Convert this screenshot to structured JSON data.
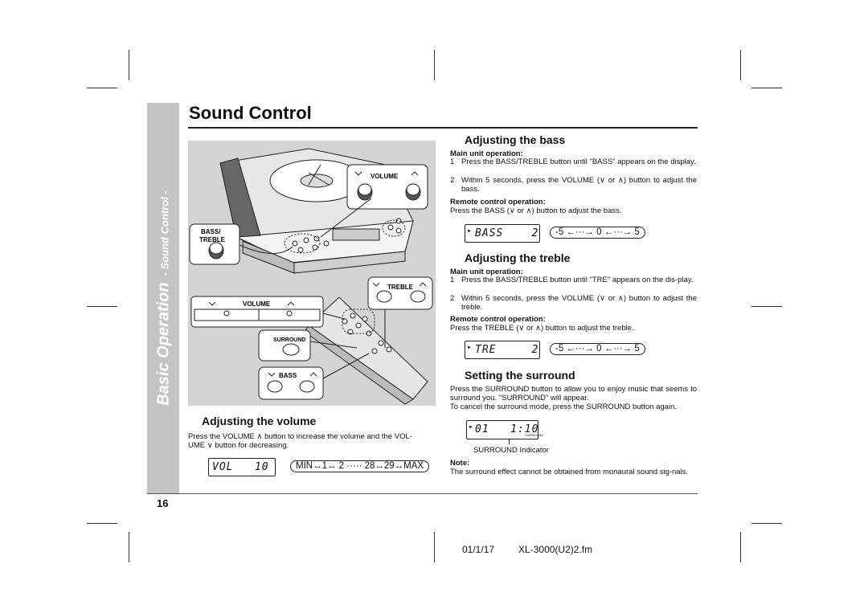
{
  "page": {
    "title": "Sound Control",
    "sidebar_title": "Basic Operation",
    "sidebar_subtitle": "- Sound Control -",
    "page_number": "16",
    "footer_date": "01/1/17",
    "footer_file": "XL-3000(U2)2.fm"
  },
  "figure": {
    "volume_label": "VOLUME",
    "bass_treble_label_1": "BASS/",
    "bass_treble_label_2": "TREBLE",
    "treble_label": "TREBLE",
    "remote_volume_label": "VOLUME",
    "surround_label": "SURROUND",
    "bass_label": "BASS"
  },
  "volume": {
    "heading": "Adjusting the volume",
    "text_1": "Press the VOLUME ∧ button to increase the volume and the VOL-",
    "text_2": "UME ∨ button for decreasing.",
    "display": "VOL   10",
    "range": "MIN↔1↔ 2 ····· 28↔29↔MAX"
  },
  "bass": {
    "heading": "Adjusting the bass",
    "main_label": "Main unit operation:",
    "step1_num": "1",
    "step1": "Press the BASS/TREBLE button until \"BASS\" appears on the display.",
    "step2_num": "2",
    "step2": "Within 5 seconds, press the VOLUME (∨ or ∧) button to adjust the bass.",
    "remote_label": "Remote control operation:",
    "remote_text": "Press the BASS (∨ or ∧) button to adjust the bass.",
    "display": "BASS    2",
    "range": "-5 ←···→ 0 ←···→ 5"
  },
  "treble": {
    "heading": "Adjusting the treble",
    "main_label": "Main unit operation:",
    "step1_num": "1",
    "step1": "Press the BASS/TREBLE button until \"TRE\" appears on the dis-play.",
    "step2_num": "2",
    "step2": "Within 5 seconds, press the VOLUME (∨ or ∧) button to adjust the treble.",
    "remote_label": "Remote control operation:",
    "remote_text": "Press the TREBLE (∨ or ∧) button to adjust the treble.",
    "display": "TRE     2",
    "range": "-5 ←···→ 0 ←···→ 5"
  },
  "surround": {
    "heading": "Setting the surround",
    "text_1": "Press the SURROUND button to allow you to enjoy music that seems to surround you. \"SURROUND\" will appear.",
    "text_2": "To cancel the surround mode, press the SURROUND button again.",
    "display": "01   1:10",
    "display_mark": "SURROUND",
    "indicator": "SURROUND Indicator",
    "note_label": "Note:",
    "note_text": "The surround effect cannot be obtained from monaural sound sig-nals."
  }
}
